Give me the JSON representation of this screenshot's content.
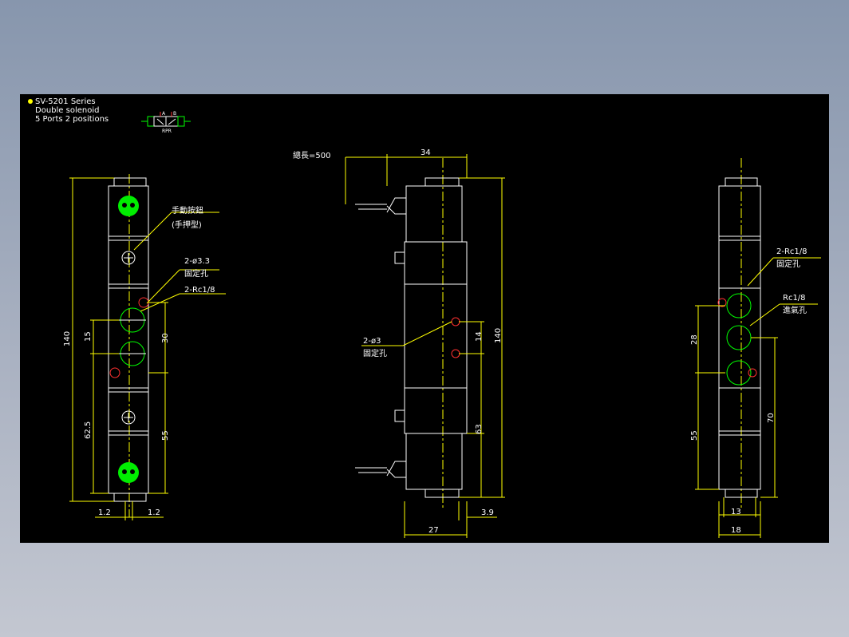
{
  "title_block": {
    "series": "SV-5201 Series",
    "type": "Double solenoid",
    "ports": "5 Ports 2 positions"
  },
  "symbol_ports": {
    "a": "A",
    "b": "B",
    "bottom": "RPR"
  },
  "front_view": {
    "manual_button_line1": "手動按鈕",
    "manual_button_line2": "(手押型)",
    "mount_hole_line1": "2-ø3.3",
    "mount_hole_line2": "固定孔",
    "port_label": "2-Rc1/8",
    "dim_total": "140",
    "dim_15": "15",
    "dim_30": "30",
    "dim_62_5": "62.5",
    "dim_55": "55",
    "dim_left_bottom": "1.2",
    "dim_right_bottom": "1.2"
  },
  "side_view": {
    "cable_length": "總長=500",
    "dim_top_width": "34",
    "hole_label_line1": "2-ø3",
    "hole_label_line2": "固定孔",
    "dim_14": "14",
    "dim_140": "140",
    "dim_63": "63",
    "dim_3_9": "3.9",
    "dim_bottom_width": "27"
  },
  "back_view": {
    "port_label_line1": "2-Rc1/8",
    "port_label_line2": "固定孔",
    "inlet_label_line1": "Rc1/8",
    "inlet_label_line2": "進氣孔",
    "dim_28": "28",
    "dim_55": "55",
    "dim_70": "70",
    "dim_13": "13",
    "dim_18": "18"
  }
}
